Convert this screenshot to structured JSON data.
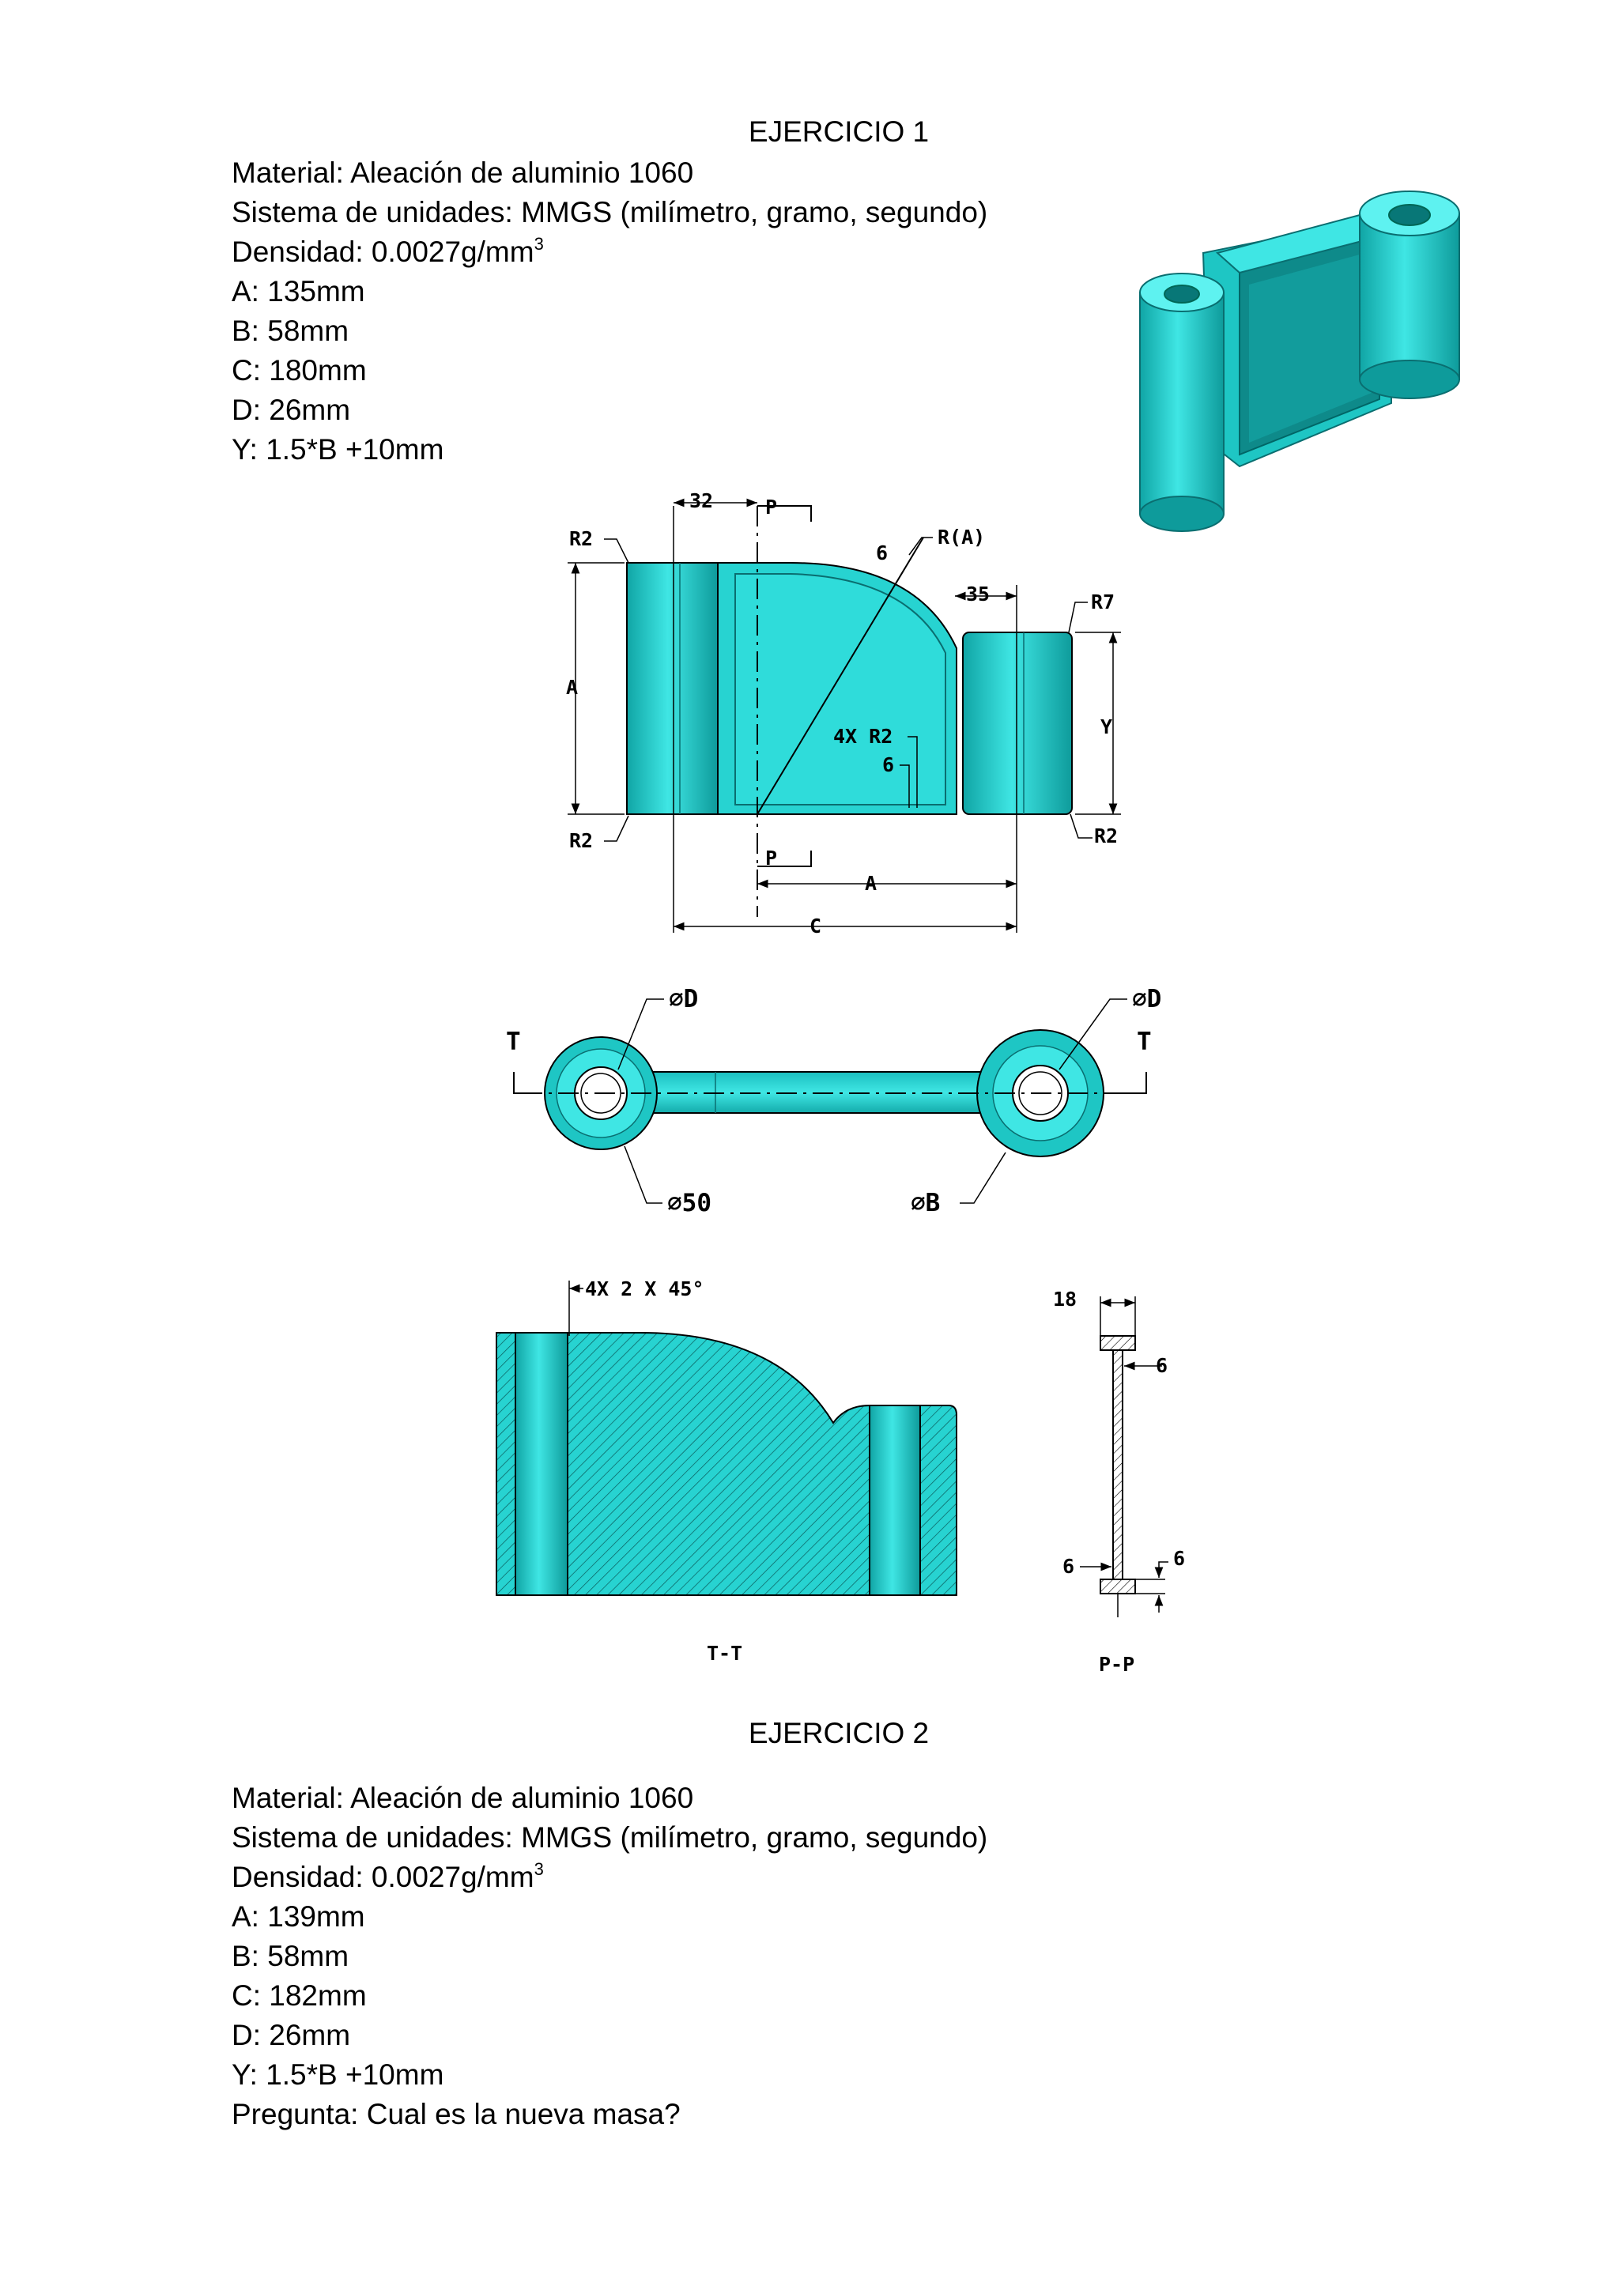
{
  "ex1": {
    "title": "EJERCICIO 1",
    "lines": [
      "Material: Aleación de aluminio 1060",
      "Sistema de unidades: MMGS (milímetro, gramo, segundo)"
    ],
    "density": {
      "label": "Densidad: 0.0027g/mm",
      "sup": "3"
    },
    "params": [
      "A: 135mm",
      "B: 58mm",
      "C: 180mm",
      "D: 26mm",
      "Y: 1.5*B +10mm"
    ]
  },
  "ex2": {
    "title": "EJERCICIO 2",
    "lines": [
      "Material: Aleación de aluminio 1060",
      "Sistema de unidades: MMGS (milímetro, gramo, segundo)"
    ],
    "density": {
      "label": "Densidad: 0.0027g/mm",
      "sup": "3"
    },
    "params": [
      "A: 139mm",
      "B: 58mm",
      "C: 182mm",
      "D: 26mm",
      "Y: 1.5*B +10mm",
      "Pregunta: Cual es la nueva masa?"
    ]
  },
  "drawing": {
    "front": {
      "dim_32": "32",
      "dim_35": "35",
      "dim_6_top": "6",
      "r_a": "R(A)",
      "r7": "R7",
      "r2_tl": "R2",
      "r2_bl": "R2",
      "r2_br": "R2",
      "a_left": "A",
      "y_right": "Y",
      "four_r2": "4X R2",
      "dim_6_inner": "6",
      "a_bottom": "A",
      "c_bottom": "C",
      "p_top": "P",
      "p_bottom": "P"
    },
    "top": {
      "d_left": "∅D",
      "d_right": "∅D",
      "phi50": "∅50",
      "phiB": "∅B",
      "t_left": "T",
      "t_right": "T"
    },
    "section_tt": {
      "chamfer": "4X 2 X 45°",
      "label": "T-T"
    },
    "section_pp": {
      "dim_18": "18",
      "dim_6a": "6",
      "dim_6b": "6",
      "dim_6c": "6",
      "label": "P-P"
    },
    "colors": {
      "part": "#27d3d1",
      "part_dark": "#109b9b",
      "part_shadow": "#0a6e70",
      "line": "#000000"
    }
  }
}
